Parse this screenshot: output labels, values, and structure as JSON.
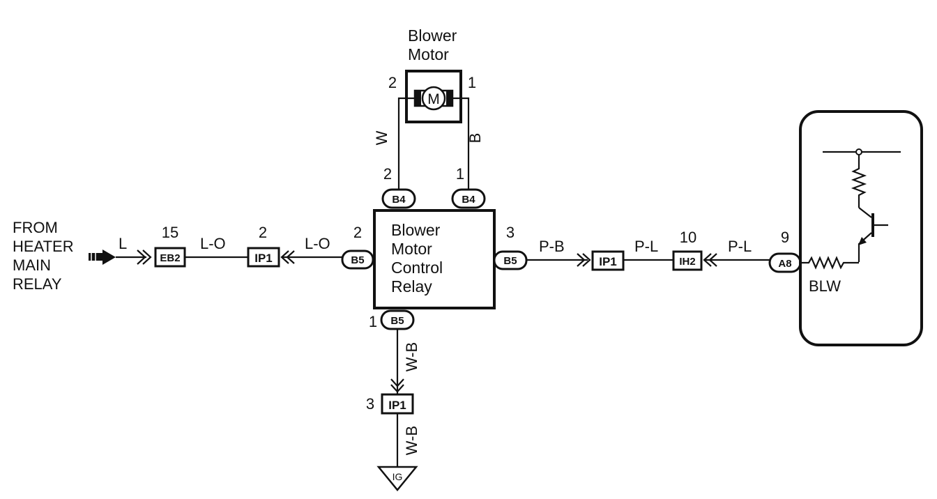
{
  "colors": {
    "ink": "#111111",
    "paper": "#ffffff"
  },
  "source_label": [
    "FROM",
    "HEATER",
    "MAIN",
    "RELAY"
  ],
  "blower_motor": {
    "title": [
      "Blower",
      "Motor"
    ],
    "symbol": "M",
    "pin_left": "2",
    "pin_right": "1"
  },
  "relay": {
    "title": [
      "Blower",
      "Motor",
      "Control",
      "Relay"
    ]
  },
  "wire_colors": {
    "l": "L",
    "l_o_1": "L-O",
    "l_o_2": "L-O",
    "w": "W",
    "b": "B",
    "p_b": "P-B",
    "p_l_1": "P-L",
    "p_l_2": "P-L",
    "w_b_1": "W-B",
    "w_b_2": "W-B"
  },
  "connectors": {
    "eb2": {
      "name": "EB2",
      "pin": "15"
    },
    "ip1_left": {
      "name": "IP1",
      "pin": "2"
    },
    "b5_left": {
      "name": "B5",
      "pin": "2"
    },
    "b4_left": {
      "name": "B4",
      "pin": "2"
    },
    "b4_right": {
      "name": "B4",
      "pin": "1"
    },
    "b5_right": {
      "name": "B5",
      "pin": "3"
    },
    "b5_bottom": {
      "name": "B5",
      "pin": "1"
    },
    "ip1_right": {
      "name": "IP1"
    },
    "ih2": {
      "name": "IH2",
      "pin": "10"
    },
    "a8": {
      "name": "A8",
      "pin": "9"
    },
    "ip1_bottom": {
      "name": "IP1",
      "pin": "3"
    }
  },
  "ground": {
    "name": "IG"
  },
  "ecu": {
    "terminal": "BLW"
  }
}
